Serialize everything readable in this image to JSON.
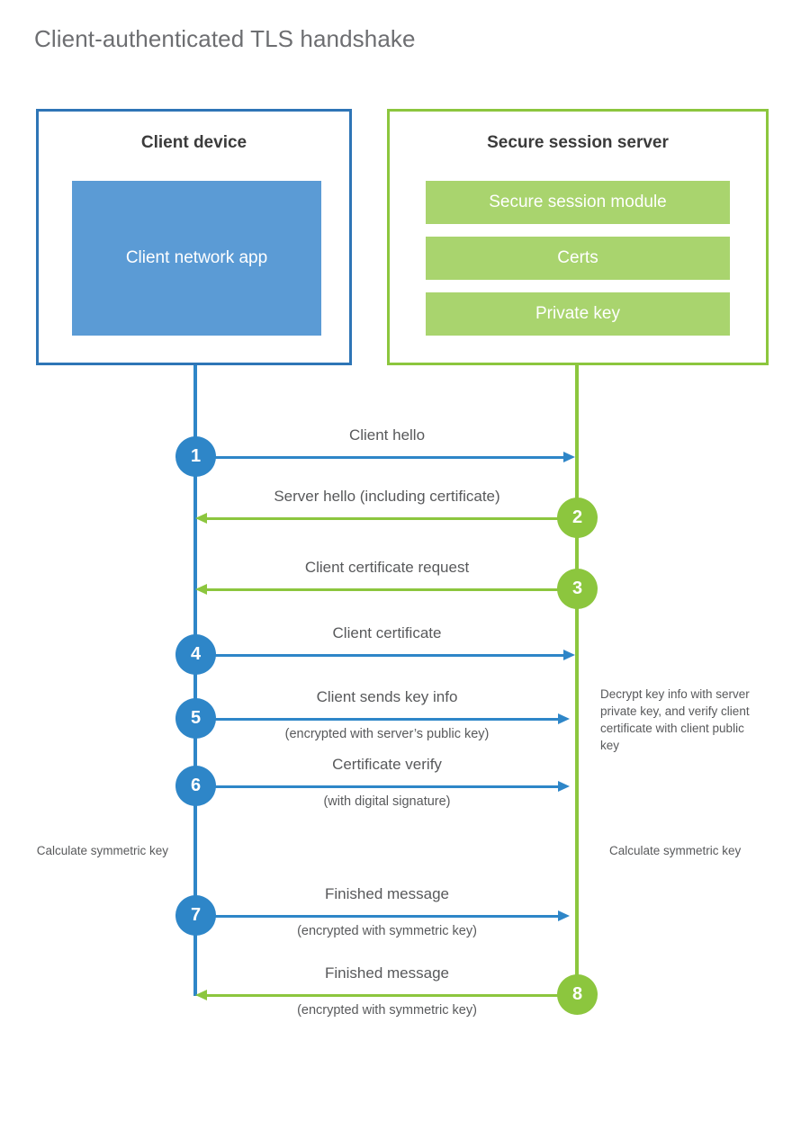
{
  "diagram": {
    "title": "Client-authenticated TLS handshake",
    "colors": {
      "client_accent": "#2e86c8",
      "client_border": "#2e75b6",
      "client_fill": "#5b9bd5",
      "server_accent": "#8cc63e",
      "server_fill": "#a9d46e",
      "text": "#58595b",
      "title_text": "#6d6e71"
    }
  },
  "client": {
    "title": "Client device",
    "app_label": "Client network app"
  },
  "server": {
    "title": "Secure session server",
    "components": [
      {
        "label": "Secure session module"
      },
      {
        "label": "Certs"
      },
      {
        "label": "Private key"
      }
    ]
  },
  "messages": [
    {
      "step": "1",
      "label": "Client hello",
      "sublabel": "",
      "direction": "client-to-server",
      "color": "blue"
    },
    {
      "step": "2",
      "label": "Server hello (including certificate)",
      "sublabel": "",
      "direction": "server-to-client",
      "color": "green"
    },
    {
      "step": "3",
      "label": "Client certificate request",
      "sublabel": "",
      "direction": "server-to-client",
      "color": "green"
    },
    {
      "step": "4",
      "label": "Client certificate",
      "sublabel": "",
      "direction": "client-to-server",
      "color": "blue"
    },
    {
      "step": "5",
      "label": "Client sends key info",
      "sublabel": "(encrypted with server’s public key)",
      "direction": "client-to-server",
      "color": "blue"
    },
    {
      "step": "6",
      "label": "Certificate verify",
      "sublabel": "(with digital signature)",
      "direction": "client-to-server",
      "color": "blue"
    },
    {
      "step": "7",
      "label": "Finished message",
      "sublabel": "(encrypted with symmetric key)",
      "direction": "client-to-server",
      "color": "blue"
    },
    {
      "step": "8",
      "label": "Finished message",
      "sublabel": "(encrypted with symmetric key)",
      "direction": "server-to-client",
      "color": "green"
    }
  ],
  "annotations": {
    "server_decrypt": "Decrypt key info with server private key, and verify client certificate with client public key",
    "client_symmetric_key": "Calculate symmetric key",
    "server_symmetric_key": "Calculate symmetric key"
  }
}
